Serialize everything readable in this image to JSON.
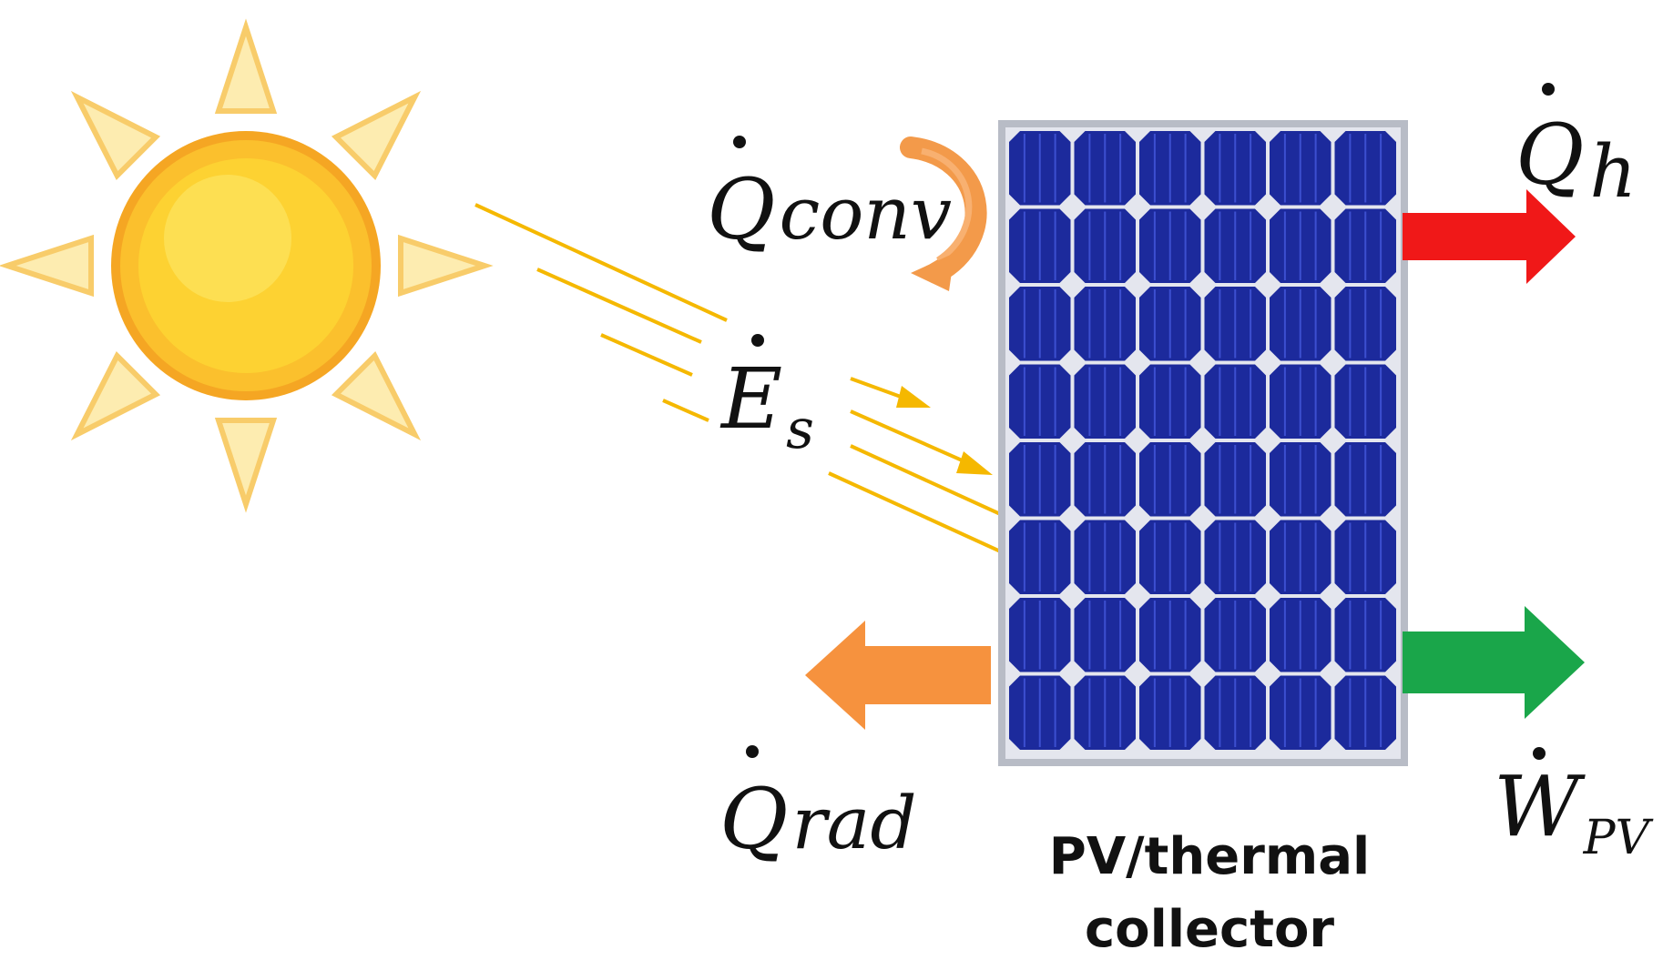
{
  "colors": {
    "background": "#ffffff",
    "sun_core": "#fbc02d",
    "sun_rim": "#f5a623",
    "sun_ray": "#fdecb0",
    "light_ray": "#f5b800",
    "panel_frame": "#b8bcc6",
    "panel_gap": "#e4e6ee",
    "panel_cell": "#1c2a9c",
    "conv_arrow": "#f39a4a",
    "heat_arrow": "#f01818",
    "rad_arrow": "#f6923e",
    "pv_arrow": "#1aa64a"
  },
  "icons": {
    "sun": "sun-icon",
    "panel": "solar-panel-icon"
  },
  "labels": {
    "q_conv": {
      "base": "Q",
      "sub": "conv"
    },
    "q_h": {
      "base": "Q",
      "sub": "h"
    },
    "e_s": {
      "base": "E",
      "sub": "s"
    },
    "q_rad": {
      "base": "Q",
      "sub": "rad"
    },
    "w_pv": {
      "base": "W",
      "sub": "PV"
    }
  },
  "caption": {
    "line1": "PV/thermal",
    "line2": "collector"
  }
}
